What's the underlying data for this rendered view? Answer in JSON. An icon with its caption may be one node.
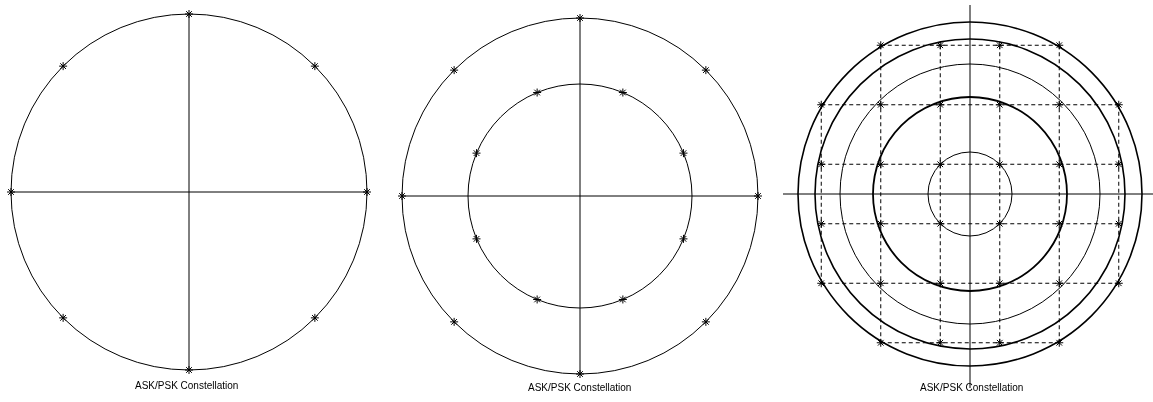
{
  "diagram": {
    "labels": [
      "ASK/PSK Constellation",
      "ASK/PSK Constellation",
      "ASK/PSK Constellation"
    ]
  }
}
